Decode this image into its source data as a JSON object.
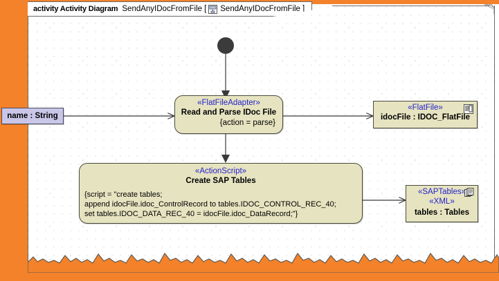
{
  "diagram": {
    "frame": {
      "keyword": "activity Activity Diagram",
      "name": "SendAnyIDocFromFile",
      "bracket_open": "[",
      "bracket_close": "]",
      "bracket_name": "SendAnyIDocFromFile",
      "tab_icon": "activity-diagram-icon"
    },
    "colors": {
      "page_background": "#f3822a",
      "canvas": "#ffffff",
      "node_fill": "#e6e3c0",
      "node_border": "#4a4a3c",
      "stereotype_text": "#2222cc",
      "param_fill": "#c9c6e8",
      "initial_node": "#3b3b3b",
      "grid_dot": "#9a9a9a"
    },
    "nodes": [
      {
        "id": "initial",
        "kind": "initial-node",
        "label": ""
      },
      {
        "id": "param-name",
        "kind": "activity-parameter-node",
        "label": "name : String"
      },
      {
        "id": "read-parse",
        "kind": "action-node",
        "stereotype": "«FlatFileAdapter»",
        "name": "Read and Parse IDoc File",
        "property": "{action = parse}"
      },
      {
        "id": "idocfile",
        "kind": "object-node",
        "stereotype": "«FlatFile»",
        "name": "idocFile : IDOC_FlatFile",
        "icon": "document-icon"
      },
      {
        "id": "create-sap-tables",
        "kind": "action-node",
        "stereotype": "«ActionScript»",
        "name": "Create SAP Tables",
        "script_lines": [
          "{script = \"create tables;",
          "append idocFile.idoc_ControlRecord to tables.IDOC_CONTROL_REC_40;",
          "set tables.IDOC_DATA_REC_40 = idocFile.idoc_DataRecord;\"}"
        ]
      },
      {
        "id": "tables",
        "kind": "object-node",
        "stereotype": "«SAPTables»",
        "stereotype2": "«XML»",
        "name": "tables : Tables",
        "icon": "multi-document-icon"
      }
    ],
    "edges": [
      {
        "id": "e-initial-read",
        "from": "initial",
        "to": "read-parse",
        "label": ""
      },
      {
        "id": "e-param-read",
        "from": "param-name",
        "to": "read-parse",
        "label": ""
      },
      {
        "id": "e-read-idocfile",
        "from": "read-parse",
        "to": "idocfile",
        "label": ""
      },
      {
        "id": "e-read-create",
        "from": "read-parse",
        "to": "create-sap-tables",
        "label": ""
      },
      {
        "id": "e-create-tables",
        "from": "create-sap-tables",
        "to": "tables",
        "label": ""
      }
    ]
  }
}
